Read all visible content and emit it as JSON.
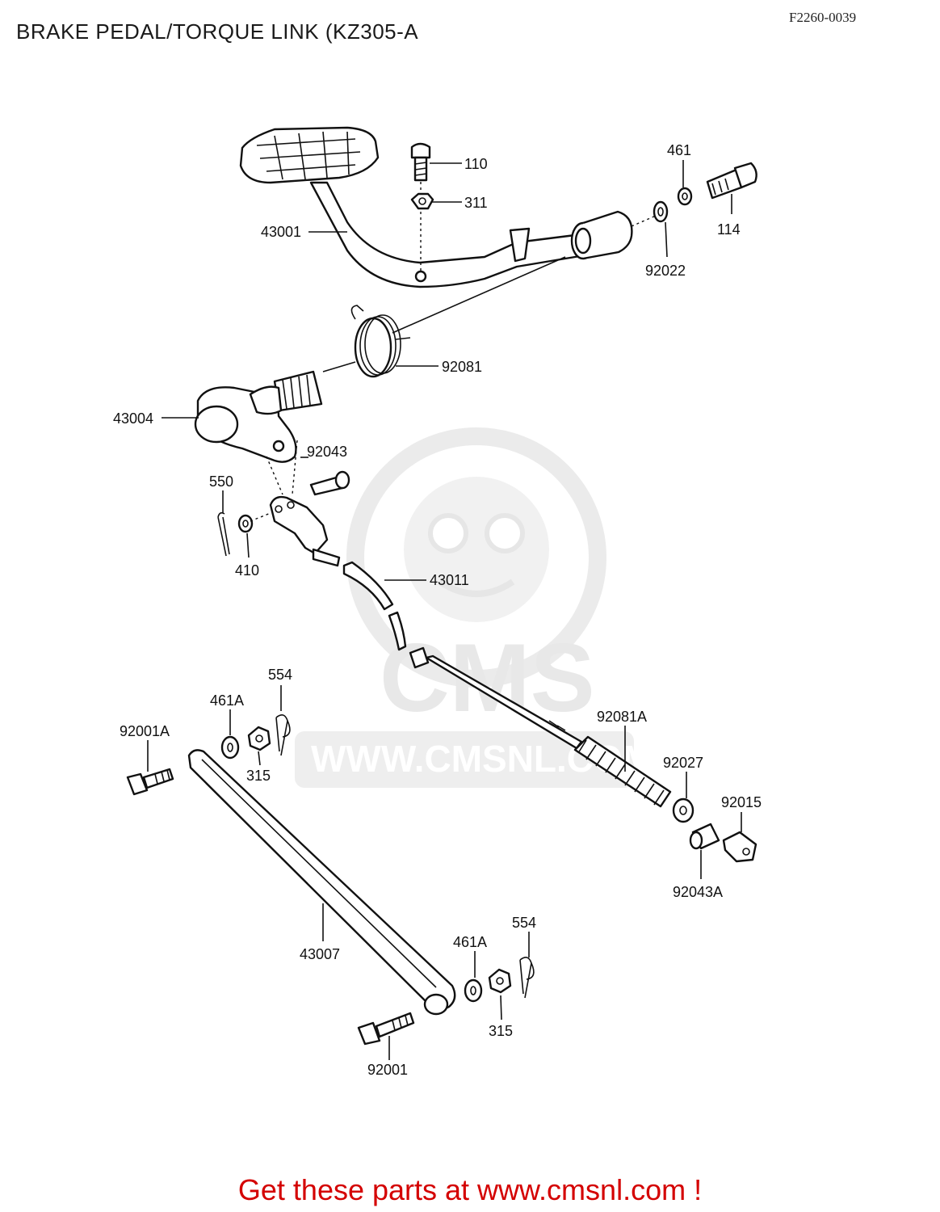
{
  "title": "BRAKE PEDAL/TORQUE LINK (KZ305-A",
  "diagram_code": "F2260-0039",
  "watermark": {
    "brand": "CMS",
    "url": "WWW.CMSNL.COM"
  },
  "promo": "Get these parts at www.cmsnl.com !",
  "part_labels": {
    "p110": "110",
    "p311": "311",
    "p461": "461",
    "p114": "114",
    "p43001": "43001",
    "p92022": "92022",
    "p92081": "92081",
    "p43004": "43004",
    "p92043": "92043",
    "p550": "550",
    "p410": "410",
    "p43011": "43011",
    "p554a": "554",
    "p461Aa": "461A",
    "p92001A": "92001A",
    "p315a": "315",
    "p92081A": "92081A",
    "p92027": "92027",
    "p92015": "92015",
    "p92043A": "92043A",
    "p43007": "43007",
    "p554b": "554",
    "p461Ab": "461A",
    "p315b": "315",
    "p92001": "92001"
  }
}
